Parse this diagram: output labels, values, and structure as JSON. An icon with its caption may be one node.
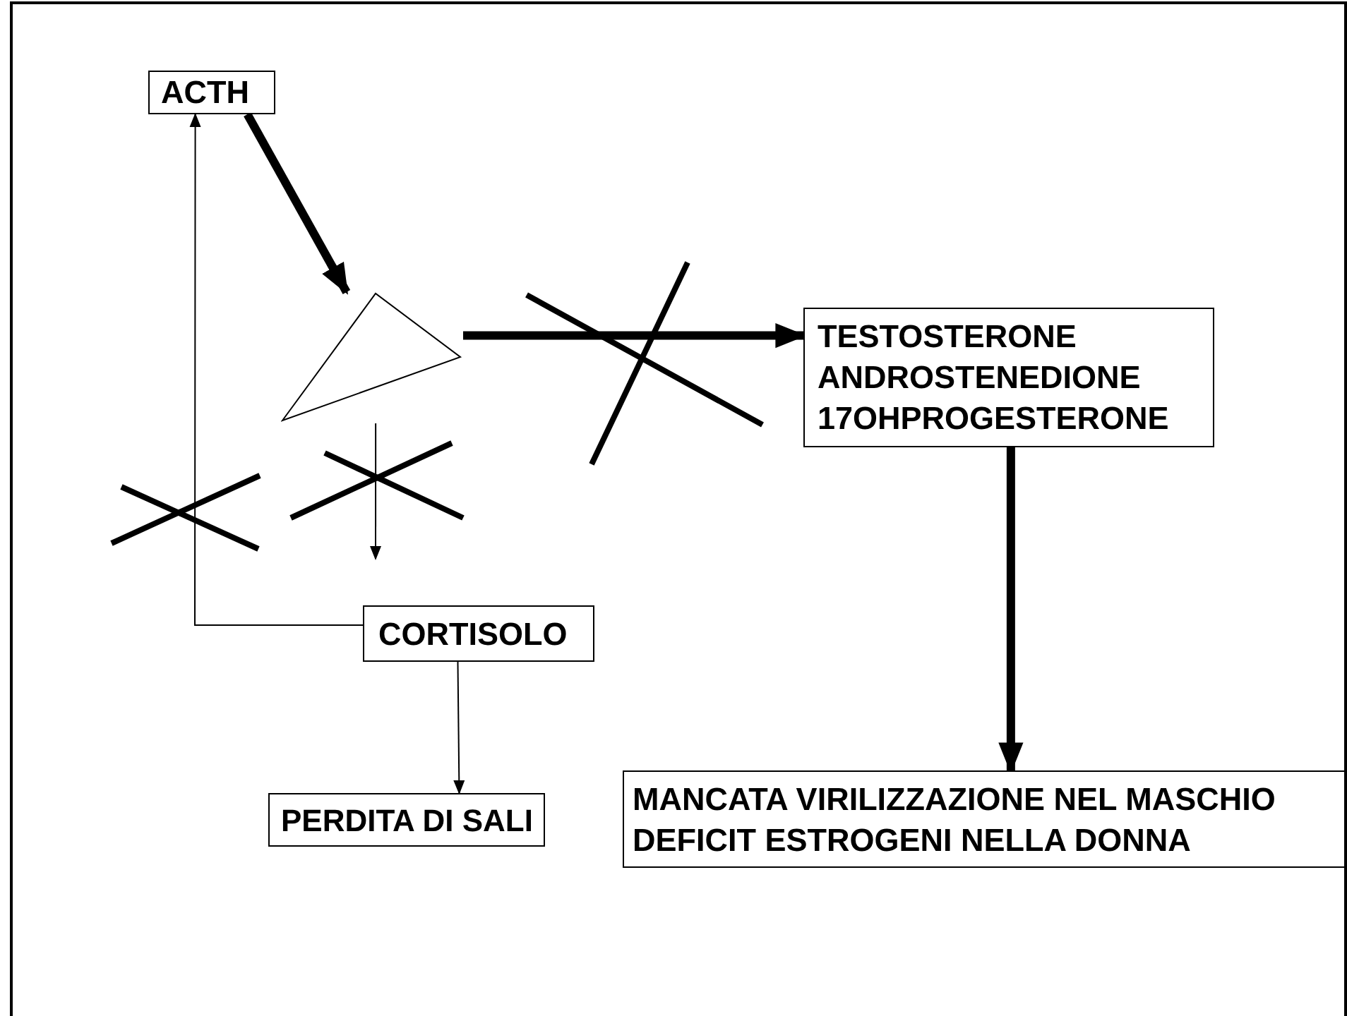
{
  "diagram": {
    "nodes": [
      {
        "text": [
          "ACTH"
        ]
      },
      {
        "text": [],
        "shape": "triangle"
      },
      {
        "text": [
          "TESTOSTERONE",
          "ANDROSTENEDIONE",
          "17OHPROGESTERONE"
        ]
      },
      {
        "text": [
          "CORTISOLO"
        ]
      },
      {
        "text": [
          "PERDITA DI SALI"
        ]
      },
      {
        "text": [
          "MANCATA VIRILIZZAZIONE NEL MASCHIO",
          "DEFICIT ESTROGENI NELLA DONNA"
        ]
      }
    ],
    "edges": [
      {
        "from": 0,
        "to": 1,
        "arrow": "to",
        "style": "thick"
      },
      {
        "from": 1,
        "to": 2,
        "arrow": "to",
        "style": "thick"
      },
      {
        "from": 1,
        "to": null,
        "arrow": "to"
      },
      {
        "from": 3,
        "to": 0,
        "arrow": "to"
      },
      {
        "from": 3,
        "to": 4,
        "arrow": "to"
      },
      {
        "from": 2,
        "to": 5,
        "arrow": "to",
        "style": "thick"
      }
    ]
  }
}
